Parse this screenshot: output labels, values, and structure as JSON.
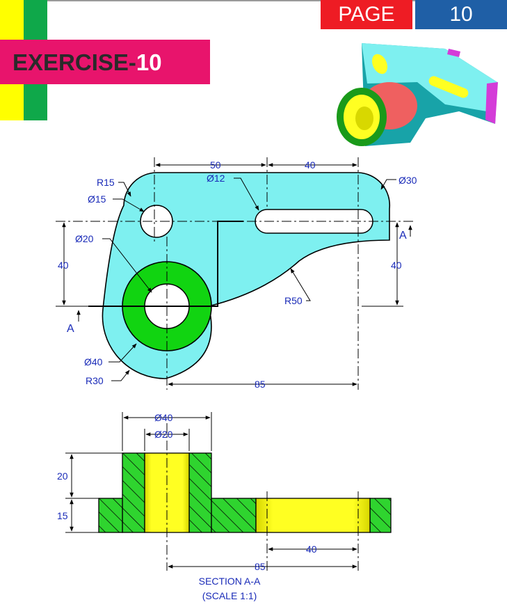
{
  "header": {
    "page_label": "PAGE",
    "page_number": "10",
    "exercise_prefix": "EXERCISE-",
    "exercise_number": "10"
  },
  "colors": {
    "plate": "#7ef0f0",
    "boss": "#11d411",
    "section_hatch": "#2fd42f",
    "section_yellow": "#ffff22",
    "dimension": "#1a2bb8",
    "page_red": "#ee1c24",
    "page_blue": "#1f5fa6",
    "banner": "#e8146c"
  },
  "top_view": {
    "dims": {
      "d50": "50",
      "d40_top": "40",
      "r15": "R15",
      "dia15": "Ø15",
      "dia12": "Ø12",
      "dia30": "Ø30",
      "dia20": "Ø20",
      "d40_left": "40",
      "d40_right": "40",
      "r50": "R50",
      "dia40": "Ø40",
      "r30": "R30",
      "d85": "85"
    },
    "section_marks": {
      "left": "A",
      "right": "A"
    }
  },
  "section_view": {
    "dims": {
      "dia40": "Ø40",
      "dia20": "Ø20",
      "h20": "20",
      "h15": "15",
      "d40": "40",
      "d85": "85"
    },
    "title": "SECTION A-A",
    "scale": "(SCALE 1:1)"
  }
}
